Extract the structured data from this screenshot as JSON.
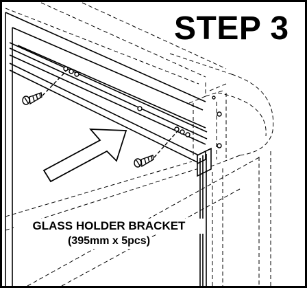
{
  "step": {
    "title": "STEP 3"
  },
  "callout": {
    "part_name": "GLASS HOLDER BRACKET",
    "part_spec": "(395mm x 5pcs)"
  },
  "colors": {
    "ink": "#000000",
    "paper": "#ffffff"
  },
  "icons": {
    "screw_left": "screw-icon",
    "screw_right": "screw-icon",
    "pointer": "hollow-arrow-icon"
  }
}
